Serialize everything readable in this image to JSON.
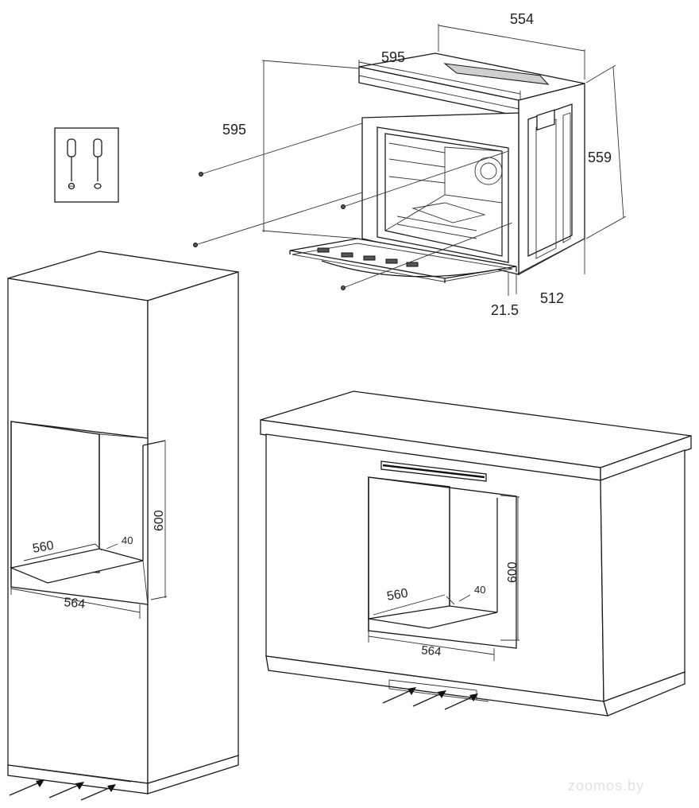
{
  "oven": {
    "depth_top": "554",
    "width_front": "595",
    "height_side": "595",
    "height_right": "559",
    "depth_body": "512",
    "door_offset": "21.5"
  },
  "tall_cabinet": {
    "niche_depth": "560",
    "vent_gap": "40",
    "niche_height": "600",
    "niche_width": "564"
  },
  "under_counter": {
    "niche_depth": "560",
    "vent_gap": "40",
    "niche_height": "600",
    "niche_width": "564"
  },
  "screws_icon": "screw-icon",
  "watermark": "zoomos.by"
}
